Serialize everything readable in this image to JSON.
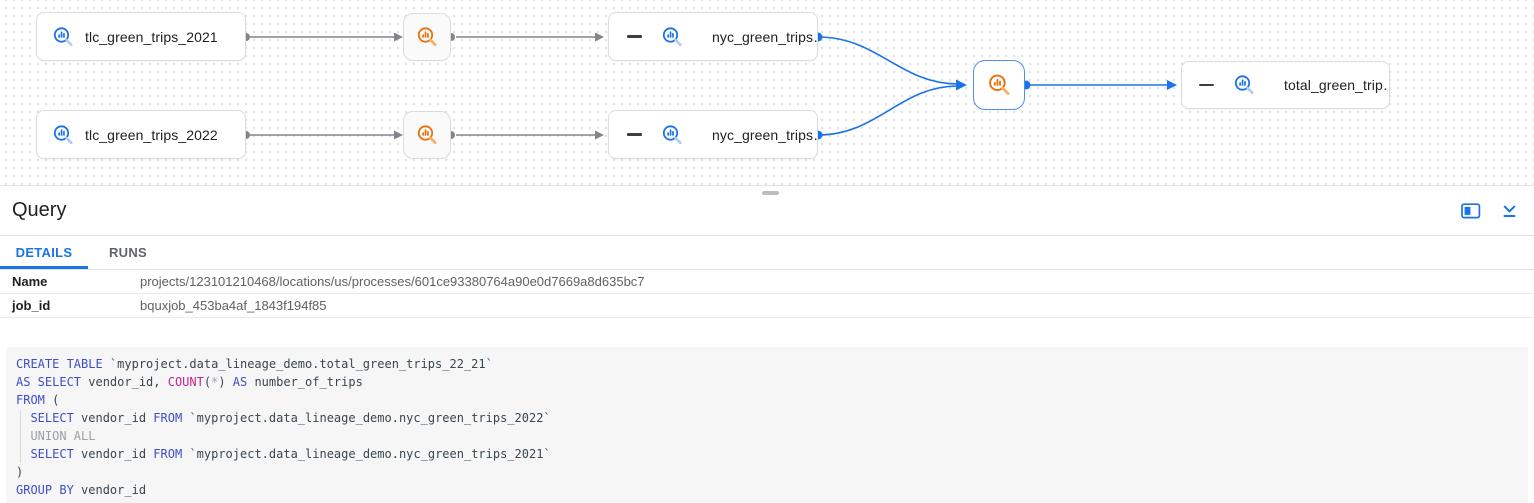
{
  "colors": {
    "accent_blue": "#1a73e8",
    "process_orange": "#e8710a",
    "selected_border": "#4c8df6",
    "sql_keyword": "#3d4ec6",
    "sql_function": "#c5258f",
    "sql_muted": "#9aa0a6",
    "sql_text": "#37474f"
  },
  "graph": {
    "nodes": {
      "tlc_2021": {
        "label": "tlc_green_trips_2021",
        "icon": "table-search-icon"
      },
      "tlc_2022": {
        "label": "tlc_green_trips_2022",
        "icon": "table-search-icon"
      },
      "nyc_top": {
        "label": "nyc_green_trips…",
        "icon": "table-search-icon",
        "collapse_icon": "minus-icon"
      },
      "nyc_bottom": {
        "label": "nyc_green_trips…",
        "icon": "table-search-icon",
        "collapse_icon": "minus-icon"
      },
      "total": {
        "label": "total_green_trip…",
        "icon": "table-search-icon",
        "collapse_icon": "minus-icon"
      },
      "process_top": {
        "icon": "query-process-icon"
      },
      "process_bottom": {
        "icon": "query-process-icon"
      },
      "process_selected": {
        "icon": "query-process-icon",
        "selected": true
      }
    }
  },
  "panel": {
    "title": "Query",
    "header_icons": [
      "open-in-side-panel-icon",
      "collapse-panel-icon"
    ],
    "resize_handle": "panel-resize-handle",
    "tabs": {
      "details": "DETAILS",
      "runs": "RUNS",
      "active": "DETAILS"
    },
    "fields": [
      {
        "label": "Name",
        "value": "projects/123101210468/locations/us/processes/601ce93380764a90e0d7669a8d635bc7"
      },
      {
        "label": "job_id",
        "value": "bquxjob_453ba4af_1843f194f85"
      }
    ]
  },
  "sql": {
    "lines": [
      [
        {
          "c": "kw",
          "t": "CREATE TABLE"
        },
        {
          "c": "tx",
          "t": " `myproject.data_lineage_demo.total_green_trips_22_21`"
        }
      ],
      [
        {
          "c": "kw",
          "t": "AS SELECT"
        },
        {
          "c": "tx",
          "t": " vendor_id, "
        },
        {
          "c": "fn",
          "t": "COUNT"
        },
        {
          "c": "tx",
          "t": "("
        },
        {
          "c": "mut",
          "t": "*"
        },
        {
          "c": "tx",
          "t": ") "
        },
        {
          "c": "kw",
          "t": "AS"
        },
        {
          "c": "tx",
          "t": " number_of_trips"
        }
      ],
      [
        {
          "c": "kw",
          "t": "FROM"
        },
        {
          "c": "tx",
          "t": " ("
        }
      ],
      [
        {
          "c": "tx",
          "t": "  "
        },
        {
          "c": "kw",
          "t": "SELECT"
        },
        {
          "c": "tx",
          "t": " vendor_id "
        },
        {
          "c": "kw",
          "t": "FROM"
        },
        {
          "c": "tx",
          "t": " `myproject.data_lineage_demo.nyc_green_trips_2022`"
        }
      ],
      [
        {
          "c": "tx",
          "t": "  "
        },
        {
          "c": "mut",
          "t": "UNION ALL"
        }
      ],
      [
        {
          "c": "tx",
          "t": "  "
        },
        {
          "c": "kw",
          "t": "SELECT"
        },
        {
          "c": "tx",
          "t": " vendor_id "
        },
        {
          "c": "kw",
          "t": "FROM"
        },
        {
          "c": "tx",
          "t": " `myproject.data_lineage_demo.nyc_green_trips_2021`"
        }
      ],
      [
        {
          "c": "tx",
          "t": ")"
        }
      ],
      [
        {
          "c": "kw",
          "t": "GROUP BY"
        },
        {
          "c": "tx",
          "t": " vendor_id"
        }
      ]
    ]
  }
}
